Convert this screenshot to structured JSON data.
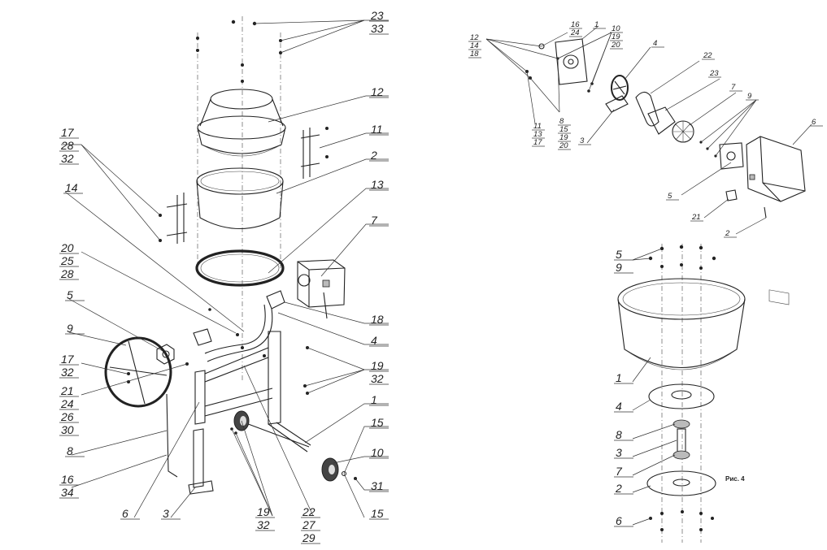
{
  "figure_caption": "Рис. 4",
  "main_assembly": {
    "callouts": [
      {
        "id": "c23",
        "lines": [
          "23",
          "33"
        ]
      },
      {
        "id": "c12",
        "lines": [
          "12"
        ]
      },
      {
        "id": "c17",
        "lines": [
          "17",
          "28",
          "32"
        ]
      },
      {
        "id": "c11",
        "lines": [
          "11"
        ]
      },
      {
        "id": "c2",
        "lines": [
          "2"
        ]
      },
      {
        "id": "c14",
        "lines": [
          "14"
        ]
      },
      {
        "id": "c13",
        "lines": [
          "13"
        ]
      },
      {
        "id": "c7",
        "lines": [
          "7"
        ]
      },
      {
        "id": "c20",
        "lines": [
          "20",
          "25",
          "28"
        ]
      },
      {
        "id": "c5",
        "lines": [
          "5"
        ]
      },
      {
        "id": "c18",
        "lines": [
          "18"
        ]
      },
      {
        "id": "c4",
        "lines": [
          "4"
        ]
      },
      {
        "id": "c9",
        "lines": [
          "9"
        ]
      },
      {
        "id": "c19a",
        "lines": [
          "19",
          "32"
        ]
      },
      {
        "id": "c17b",
        "lines": [
          "17",
          "32"
        ]
      },
      {
        "id": "c1",
        "lines": [
          "1"
        ]
      },
      {
        "id": "c21",
        "lines": [
          "21",
          "24",
          "26",
          "30"
        ]
      },
      {
        "id": "c15a",
        "lines": [
          "15"
        ]
      },
      {
        "id": "c8",
        "lines": [
          "8"
        ]
      },
      {
        "id": "c10",
        "lines": [
          "10"
        ]
      },
      {
        "id": "c16",
        "lines": [
          "16",
          "34"
        ]
      },
      {
        "id": "c31",
        "lines": [
          "31"
        ]
      },
      {
        "id": "c6",
        "lines": [
          "6"
        ]
      },
      {
        "id": "c3",
        "lines": [
          "3"
        ]
      },
      {
        "id": "c19b",
        "lines": [
          "19",
          "32"
        ]
      },
      {
        "id": "c22",
        "lines": [
          "22",
          "27",
          "29"
        ]
      },
      {
        "id": "c15b",
        "lines": [
          "15"
        ]
      }
    ]
  },
  "motor_assembly": {
    "callouts": [
      {
        "id": "m12",
        "lines": [
          "12",
          "14",
          "18"
        ]
      },
      {
        "id": "m16",
        "lines": [
          "16",
          "24"
        ]
      },
      {
        "id": "m1",
        "lines": [
          "1"
        ]
      },
      {
        "id": "m10",
        "lines": [
          "10",
          "19",
          "20"
        ]
      },
      {
        "id": "m4",
        "lines": [
          "4"
        ]
      },
      {
        "id": "m22",
        "lines": [
          "22"
        ]
      },
      {
        "id": "m23",
        "lines": [
          "23"
        ]
      },
      {
        "id": "m7",
        "lines": [
          "7"
        ]
      },
      {
        "id": "m9",
        "lines": [
          "9"
        ]
      },
      {
        "id": "m6",
        "lines": [
          "6"
        ]
      },
      {
        "id": "m8",
        "lines": [
          "8",
          "15",
          "19",
          "20"
        ]
      },
      {
        "id": "m11",
        "lines": [
          "11",
          "13",
          "17"
        ]
      },
      {
        "id": "m3",
        "lines": [
          "3"
        ]
      },
      {
        "id": "m5",
        "lines": [
          "5"
        ]
      },
      {
        "id": "m21",
        "lines": [
          "21"
        ]
      },
      {
        "id": "m2",
        "lines": [
          "2"
        ]
      }
    ]
  },
  "drum_assembly": {
    "callouts": [
      {
        "id": "d5",
        "lines": [
          "5",
          "9"
        ]
      },
      {
        "id": "d1",
        "lines": [
          "1"
        ]
      },
      {
        "id": "d4",
        "lines": [
          "4"
        ]
      },
      {
        "id": "d8",
        "lines": [
          "8"
        ]
      },
      {
        "id": "d3",
        "lines": [
          "3"
        ]
      },
      {
        "id": "d7",
        "lines": [
          "7"
        ]
      },
      {
        "id": "d2",
        "lines": [
          "2"
        ]
      },
      {
        "id": "d6",
        "lines": [
          "6"
        ]
      }
    ]
  }
}
